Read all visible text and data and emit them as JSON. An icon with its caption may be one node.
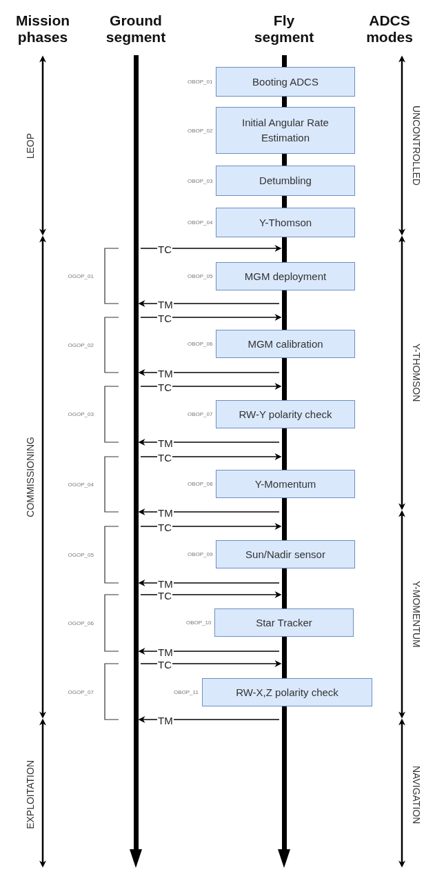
{
  "diagram": {
    "nodes": [
      {
        "text": [],
        "shape": "bar",
        "beside": [
          "Ground segment"
        ]
      },
      {
        "text": [],
        "shape": "bar",
        "beside": [
          "Fly segment"
        ]
      },
      {
        "text": [
          "Booting ADCS"
        ],
        "beside": [
          "OBOP_01"
        ]
      },
      {
        "text": [
          "Initial Angular Rate Estimation"
        ],
        "beside": [
          "OBOP_02"
        ]
      },
      {
        "text": [
          "Detumbling"
        ],
        "beside": [
          "OBOP_03"
        ]
      },
      {
        "text": [
          "Y-Thomson"
        ],
        "beside": [
          "OBOP_04"
        ]
      },
      {
        "text": [
          "MGM deployment"
        ],
        "beside": [
          "OBOP_05"
        ]
      },
      {
        "text": [
          "MGM calibration"
        ],
        "beside": [
          "OBOP_06"
        ]
      },
      {
        "text": [
          "RW-Y polarity check"
        ],
        "beside": [
          "OBOP_07"
        ]
      },
      {
        "text": [
          "Y-Momentum"
        ],
        "beside": [
          "OBOP_08"
        ]
      },
      {
        "text": [
          "Sun/Nadir sensor"
        ],
        "beside": [
          "OBOP_09"
        ]
      },
      {
        "text": [
          "Star Tracker"
        ],
        "beside": [
          "OBOP_10"
        ]
      },
      {
        "text": [
          "RW-X,Z polarity check"
        ],
        "beside": [
          "OBOP_11"
        ]
      }
    ],
    "edges": [
      {
        "from": 0,
        "to": 1,
        "arrow": "to",
        "label": "TC"
      },
      {
        "from": 1,
        "to": 0,
        "arrow": "to",
        "label": "TM"
      },
      {
        "from": 0,
        "to": 1,
        "arrow": "to",
        "label": "TC"
      },
      {
        "from": 1,
        "to": 0,
        "arrow": "to",
        "label": "TM"
      },
      {
        "from": 0,
        "to": 1,
        "arrow": "to",
        "label": "TC"
      },
      {
        "from": 1,
        "to": 0,
        "arrow": "to",
        "label": "TM"
      },
      {
        "from": 0,
        "to": 1,
        "arrow": "to",
        "label": "TC"
      },
      {
        "from": 1,
        "to": 0,
        "arrow": "to",
        "label": "TM"
      },
      {
        "from": 0,
        "to": 1,
        "arrow": "to",
        "label": "TC"
      },
      {
        "from": 1,
        "to": 0,
        "arrow": "to",
        "label": "TM"
      },
      {
        "from": 0,
        "to": 1,
        "arrow": "to",
        "label": "TC"
      },
      {
        "from": 1,
        "to": 0,
        "arrow": "to",
        "label": "TM"
      },
      {
        "from": 0,
        "to": 1,
        "arrow": "to",
        "label": "TC"
      },
      {
        "from": 1,
        "to": 0,
        "arrow": "to",
        "label": "TM"
      }
    ],
    "labels": [
      "Mission phases",
      "ADCS modes",
      "LEOP",
      "UNCONTROLLED",
      "COMMISSIONING",
      "Y-THOMSON",
      "Y-MOMENTUM",
      "EXPLOITATION",
      "NAVIGATION",
      "OGOP_01",
      "OGOP_02",
      "OGOP_03",
      "OGOP_04",
      "OGOP_05",
      "OGOP_06",
      "OGOP_07"
    ]
  }
}
